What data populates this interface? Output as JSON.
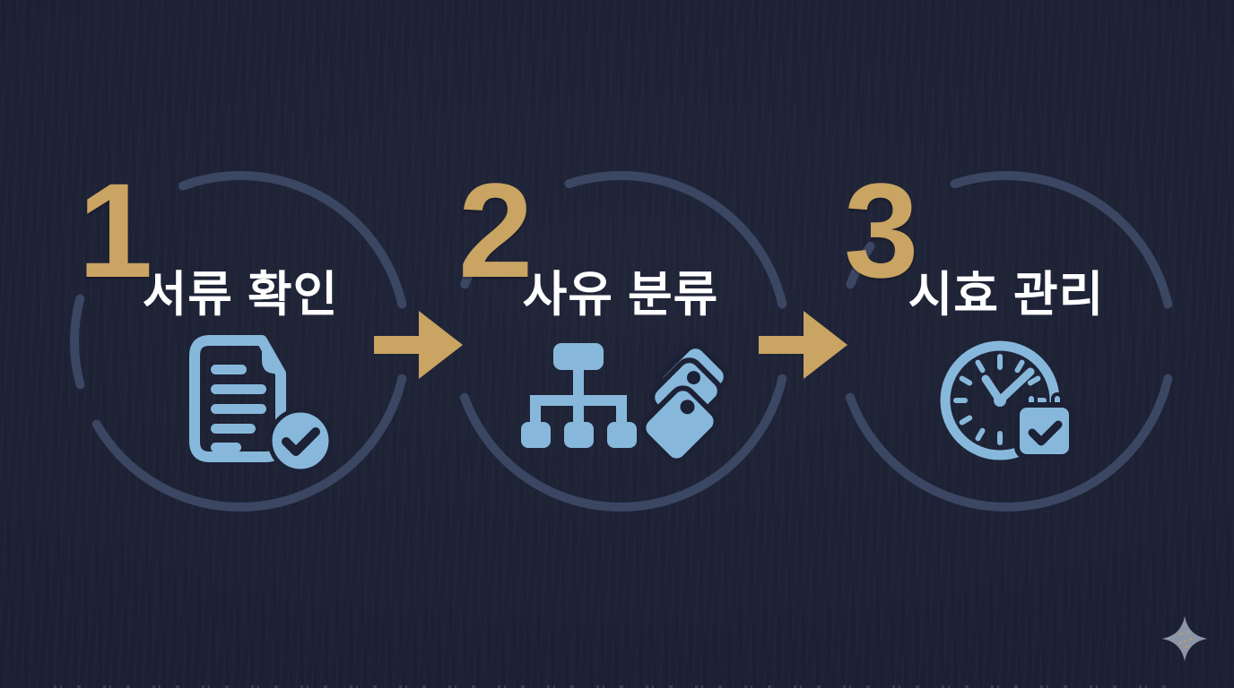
{
  "diagram": {
    "steps": [
      {
        "number": "1",
        "label": "서류 확인",
        "icon": "document-check-icon"
      },
      {
        "number": "2",
        "label": "사유 분류",
        "icon": "hierarchy-tags-icon"
      },
      {
        "number": "3",
        "label": "시효 관리",
        "icon": "clock-calendar-icon"
      }
    ],
    "connector_icon": "right-arrow-icon",
    "decor_icon": "sparkle-icon"
  },
  "colors": {
    "background": "#1C2135",
    "circle_stroke": "#3A4662",
    "accent_gold": "#C9A462",
    "icon_blue": "#87B8DC",
    "label_white": "#FFFFFF",
    "sparkle_gray": "#8D96A7"
  }
}
